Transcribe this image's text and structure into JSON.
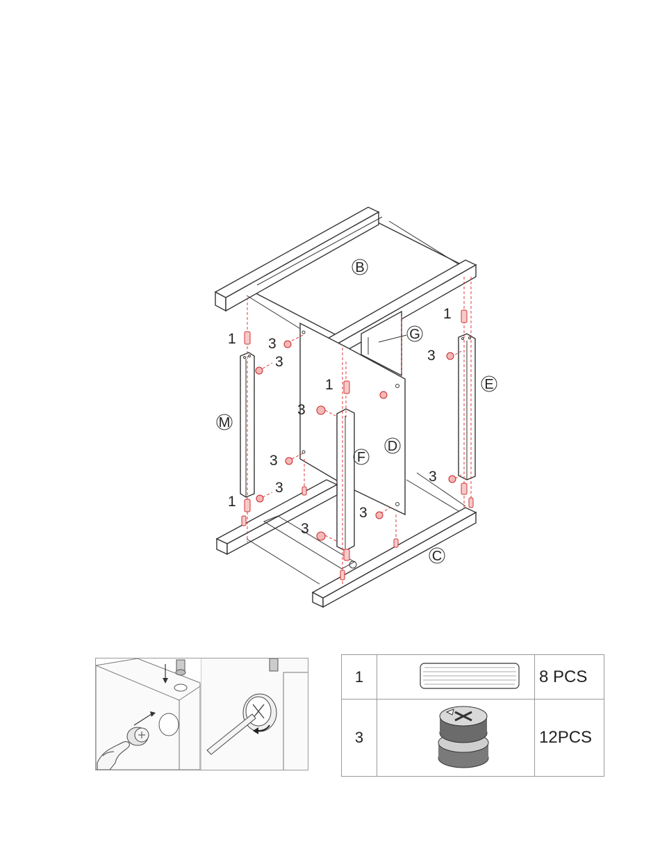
{
  "diagram": {
    "panel_labels": {
      "top": "B",
      "base": "C",
      "middle_panel": "D",
      "right_side": "E",
      "front_post": "F",
      "back_panel": "G",
      "left_side": "M"
    },
    "hardware_callouts": {
      "dowel": "1",
      "cam_lock": "3"
    }
  },
  "parts_table": {
    "rows": [
      {
        "number": "1",
        "icon": "wooden-dowel-icon",
        "quantity": "8 PCS"
      },
      {
        "number": "3",
        "icon": "cam-lock-icon",
        "quantity": "12PCS"
      }
    ]
  },
  "inset": {
    "icons": [
      "dowel-insertion-icon",
      "cam-lock-insertion-icon",
      "hand-icon",
      "screwdriver-icon",
      "rotate-arrow-icon"
    ]
  },
  "colors": {
    "line": "#333333",
    "hardware_highlight": "#e03a3a",
    "background": "#ffffff"
  }
}
